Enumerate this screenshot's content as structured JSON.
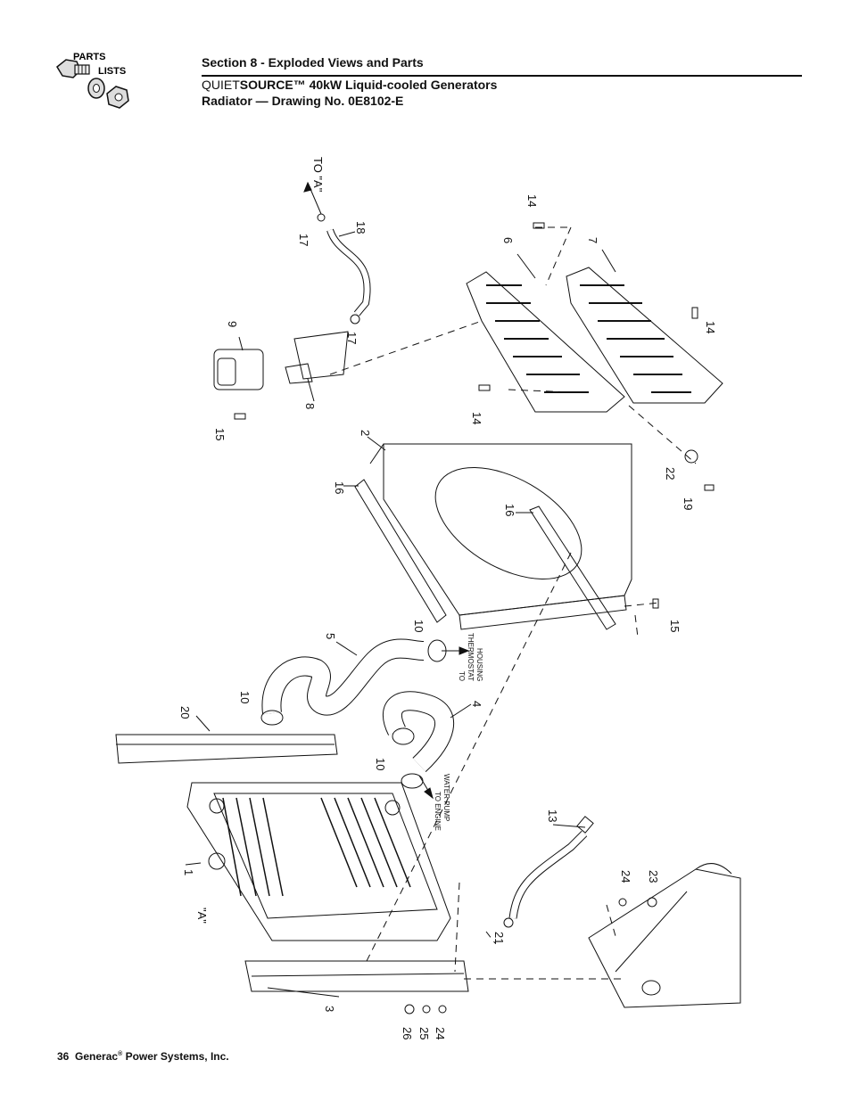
{
  "header": {
    "logo_text_line1": "PARTS",
    "logo_text_line2": "LISTS",
    "section_title": "Section 8 - Exploded Views and Parts",
    "product_prefix": "QUIET",
    "product_bold": "SOURCE",
    "product_suffix": "™ 40kW Liquid-cooled Generators",
    "drawing_title": "Radiator — Drawing No. 0E8102-E"
  },
  "drawing": {
    "callouts": {
      "c1": "1",
      "c2": "2",
      "c3": "3",
      "c4": "4",
      "c5": "5",
      "c6": "6",
      "c7": "7",
      "c8": "8",
      "c9": "9",
      "c10a": "10",
      "c10b": "10",
      "c10c": "10",
      "c13": "13",
      "c14a": "14",
      "c14b": "14",
      "c14c": "14",
      "c15a": "15",
      "c15b": "15",
      "c16a": "16",
      "c16b": "16",
      "c17a": "17",
      "c17b": "17",
      "c18": "18",
      "c19": "19",
      "c20": "20",
      "c21": "21",
      "c22": "22",
      "c23": "23",
      "c24a": "24",
      "c24b": "24",
      "c25": "25",
      "c26": "26"
    },
    "to_a": "TO \"A\"",
    "a_mark": "\"A\"",
    "thermostat_line1": "TO",
    "thermostat_line2": "THERMOSTAT",
    "thermostat_line3": "HOUSING",
    "pump_line1": "TO ENGINE",
    "pump_line2": "WATER PUMP"
  },
  "footer": {
    "page_number": "36",
    "company_prefix": "Generac",
    "registered": "®",
    "company_suffix": " Power Systems, Inc."
  }
}
